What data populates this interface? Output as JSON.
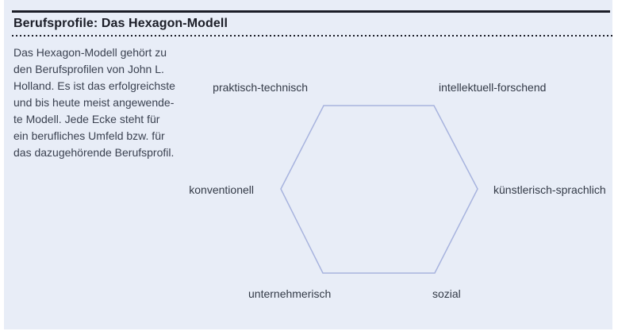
{
  "header": {
    "title": "Berufsprofile: Das Hexagon-Modell"
  },
  "intro": {
    "lines": [
      "Das Hexagon-Modell gehört zu",
      "den Berufsprofilen von John L.",
      "Holland. Es ist das erfolgreichste",
      "und bis heute meist angewende-",
      "te Modell. Jede Ecke steht für",
      "ein berufliches Umfeld bzw. für",
      "das dazugehörende Berufsprofil."
    ]
  },
  "diagram": {
    "shape": "hexagon",
    "labels": [
      {
        "position": "top-left",
        "text": "praktisch-technisch"
      },
      {
        "position": "top-right",
        "text": "intellektuell-forschend"
      },
      {
        "position": "right",
        "text": "künstlerisch-sprachlich"
      },
      {
        "position": "bottom-right",
        "text": "sozial"
      },
      {
        "position": "bottom-left",
        "text": "unternehmerisch"
      },
      {
        "position": "left",
        "text": "konventionell"
      }
    ]
  },
  "colors": {
    "panel_background": "#e8edf7",
    "hexagon_stroke": "#a7b3de",
    "title_text": "#1b1d27",
    "rule": "#1b1d27",
    "body_text": "#3a4150",
    "label_text": "#333a47"
  }
}
